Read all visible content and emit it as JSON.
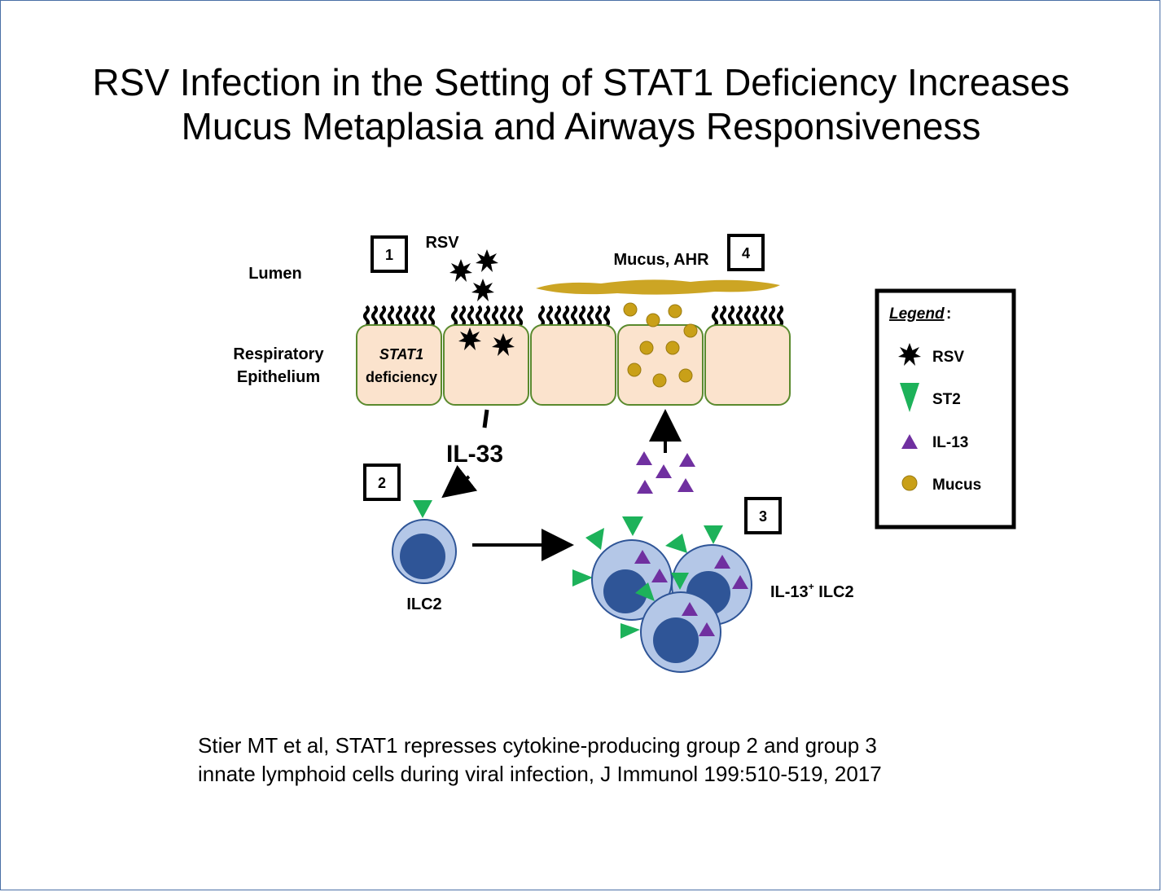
{
  "title": {
    "line1": "RSV Infection in the Setting of STAT1 Deficiency Increases",
    "line2": "Mucus Metaplasia and Airways Responsiveness"
  },
  "diagram": {
    "lumen_label": "Lumen",
    "epithelium_label_1": "Respiratory",
    "epithelium_label_2": "Epithelium",
    "stat1_label": "STAT1",
    "deficiency_label": "deficiency",
    "rsv_label": "RSV",
    "mucus_ahr_label": "Mucus, AHR",
    "il33_label": "IL-33",
    "ilc2_label": "ILC2",
    "il13_ilc2_label": "IL-13",
    "il13_ilc2_sup": "+",
    "il13_ilc2_suffix": " ILC2",
    "step1": "1",
    "step2": "2",
    "step3": "3",
    "step4": "4"
  },
  "legend": {
    "title": "Legend",
    "colon": ":",
    "items": [
      {
        "label": "RSV",
        "icon": "star-burst-icon",
        "color": "#000000"
      },
      {
        "label": "ST2",
        "icon": "down-triangle-icon",
        "color": "#1db25a"
      },
      {
        "label": "IL-13",
        "icon": "up-triangle-icon",
        "color": "#7030a0"
      },
      {
        "label": "Mucus",
        "icon": "circle-icon",
        "color": "#c9a018"
      }
    ]
  },
  "citation": {
    "line1": "Stier MT et al, STAT1 represses cytokine-producing group 2 and group 3",
    "line2": "innate lymphoid cells during viral infection, J Immunol 199:510-519, 2017"
  },
  "colors": {
    "cell_fill": "#fbe3cd",
    "cell_border": "#5a8a2e",
    "ilc_outer": "#b4c7e7",
    "ilc_nucleus": "#2f5597",
    "st2": "#1db25a",
    "il13": "#7030a0",
    "mucus": "#c9a018"
  }
}
